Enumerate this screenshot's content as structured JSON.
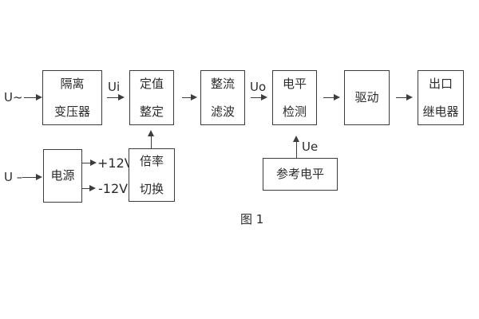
{
  "figure": {
    "caption": "图 1",
    "background_color": "#ffffff",
    "line_color": "#3d3d3d",
    "text_color": "#2b2b2b"
  },
  "inputs": {
    "ac_input_label": "U~",
    "dc_input_label": "U –"
  },
  "signals": {
    "ui": "Ui",
    "uo": "Uo",
    "ue": "Ue",
    "plus_12v": "+12V",
    "minus_12v": "-12V"
  },
  "blocks": {
    "isolation_transformer": {
      "line1": "隔离",
      "line2": "变压器"
    },
    "setting_adjust": {
      "line1": "定值",
      "line2": "整定"
    },
    "rectifier_filter": {
      "line1": "整流",
      "line2": "滤波"
    },
    "level_detect": {
      "line1": "电平",
      "line2": "检测"
    },
    "drive": {
      "line1": "驱动"
    },
    "output_relay": {
      "line1": "出口",
      "line2": "继电器"
    },
    "power_supply": {
      "line1": "电源"
    },
    "rate_switch": {
      "line1": "倍率",
      "line2": "切换"
    },
    "reference_level": {
      "line1": "参考电平"
    }
  }
}
